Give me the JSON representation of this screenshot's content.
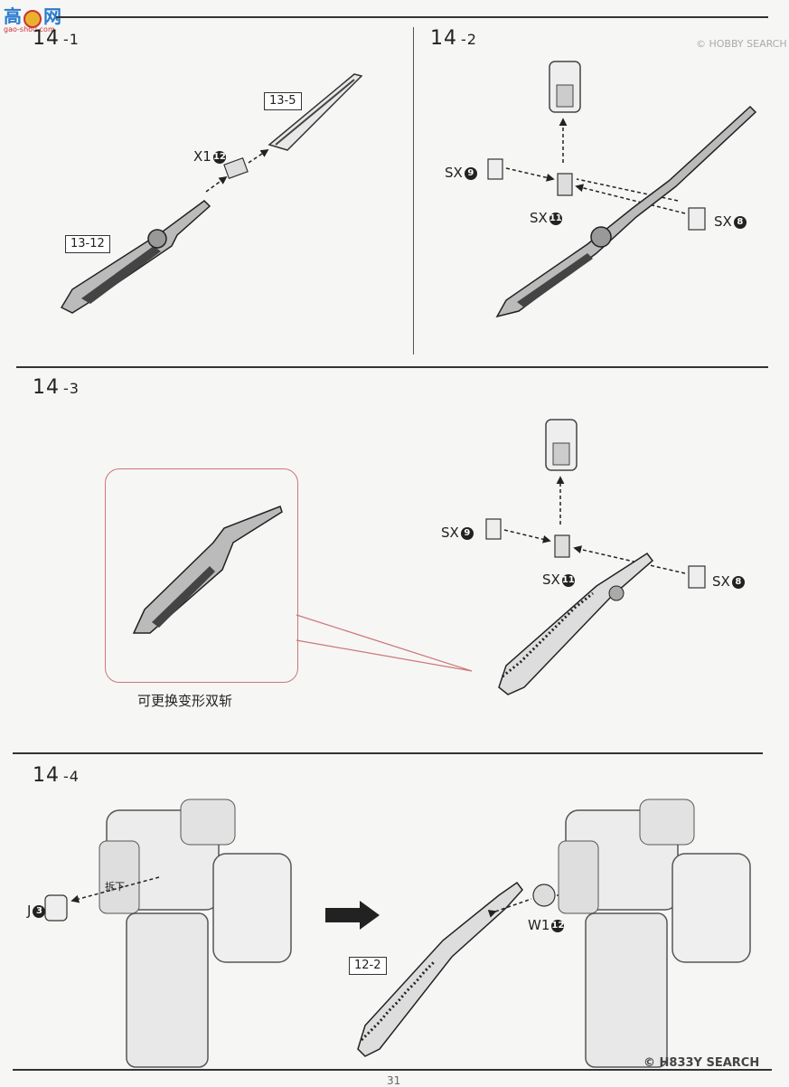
{
  "header": {
    "logo_cn": "高",
    "logo_cn2": "网",
    "logo_sub": "gao-shou.com"
  },
  "watermark_top": "© HOBBY SEARCH",
  "watermark_bottom": "© H833Y SEARCH",
  "steps": {
    "s1": {
      "num": "14",
      "sub": "-1"
    },
    "s2": {
      "num": "14",
      "sub": "-2"
    },
    "s3": {
      "num": "14",
      "sub": "-3"
    },
    "s4": {
      "num": "14",
      "sub": "-4"
    }
  },
  "labels": {
    "s1_box_top": "13-5",
    "s1_part": "X1",
    "s1_part_num": "12",
    "s1_box_bottom": "13-12",
    "s2_sx9": "SX",
    "s2_sx9_num": "9",
    "s2_sx11": "SX",
    "s2_sx11_num": "11",
    "s2_sx8": "SX",
    "s2_sx8_num": "8",
    "s3_sx9": "SX",
    "s3_sx9_num": "9",
    "s3_sx11": "SX",
    "s3_sx11_num": "11",
    "s3_sx8": "SX",
    "s3_sx8_num": "8",
    "s3_caption": "可更换变形双斩",
    "s4_j": "J",
    "s4_j_num": "3",
    "s4_remove": "拆下",
    "s4_w": "W1",
    "s4_w_num": "12",
    "s4_box": "12-2"
  },
  "page_number": "31"
}
